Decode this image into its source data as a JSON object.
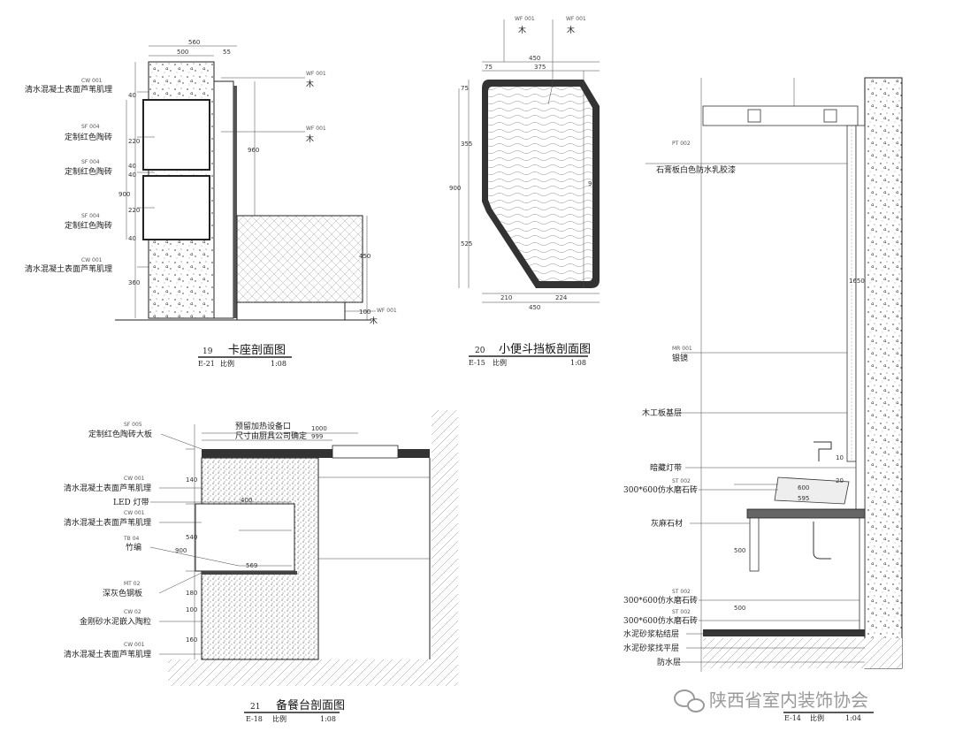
{
  "sections": [
    {
      "id": "19",
      "title": "卡座剖面图",
      "ref": "E-21",
      "scale_label": "比例",
      "scale": "1:08",
      "labels": [
        {
          "code": "CW 001",
          "text": "清水混凝土表面芦苇肌理"
        },
        {
          "code": "SF 004",
          "text": "定制红色陶砖"
        },
        {
          "code": "SF 004",
          "text": "定制红色陶砖"
        },
        {
          "code": "SF 004",
          "text": "定制红色陶砖"
        },
        {
          "code": "CW 001",
          "text": "清水混凝土表面芦苇肌理"
        }
      ],
      "right_labels": [
        {
          "code": "WF 001",
          "text": "木"
        },
        {
          "code": "WF 001",
          "text": "木"
        },
        {
          "code": "WF 001",
          "text": "木"
        }
      ],
      "dims": [
        "560",
        "500",
        "55",
        "40",
        "220",
        "40",
        "40",
        "220",
        "40",
        "360",
        "900",
        "960",
        "450",
        "100"
      ]
    },
    {
      "id": "20",
      "title": "小便斗挡板剖面图",
      "ref": "E-15",
      "scale_label": "比例",
      "scale": "1:08",
      "top_labels": [
        {
          "code": "WF 001",
          "text": "木"
        },
        {
          "code": "WF 001",
          "text": "木"
        }
      ],
      "dims": [
        "450",
        "75",
        "375",
        "75",
        "355",
        "525",
        "900",
        "900",
        "210",
        "224",
        "450"
      ]
    },
    {
      "id": "21",
      "title": "备餐台剖面图",
      "ref": "E-18",
      "scale_label": "比例",
      "scale": "1:08",
      "top_notes": [
        "预留加热设备口",
        "尺寸由厨具公司确定"
      ],
      "labels": [
        {
          "code": "SF 005",
          "text": "定制红色陶砖大板"
        },
        {
          "code": "CW 001",
          "text": "清水混凝土表面芦苇肌理"
        },
        {
          "code": "",
          "text": "LED 灯带"
        },
        {
          "code": "CW 001",
          "text": "清水混凝土表面芦苇肌理"
        },
        {
          "code": "TB 04",
          "text": "竹编"
        },
        {
          "code": "MT 02",
          "text": "深灰色钢板"
        },
        {
          "code": "CW 02",
          "text": "金刚砂水泥嵌入陶粒"
        },
        {
          "code": "CW 001",
          "text": "清水混凝土表面芦苇肌理"
        }
      ],
      "dims": [
        "1000",
        "999",
        "400",
        "569",
        "900",
        "140",
        "540",
        "180",
        "100",
        "160"
      ]
    },
    {
      "id": "",
      "title": "",
      "ref": "E-14",
      "scale_label": "比例",
      "scale": "1:04",
      "labels": [
        {
          "code": "PT 002",
          "text": "石膏板白色防水乳胶漆"
        },
        {
          "code": "MR 001",
          "text": "银镜"
        },
        {
          "code": "",
          "text": "木工板基层"
        },
        {
          "code": "",
          "text": "暗藏灯带"
        },
        {
          "code": "ST 002",
          "text": "300*600仿水磨石砖"
        },
        {
          "code": "",
          "text": "灰麻石材"
        },
        {
          "code": "ST 002",
          "text": "300*600仿水磨石砖"
        },
        {
          "code": "ST 002",
          "text": "300*600仿水磨石砖"
        },
        {
          "code": "",
          "text": "水泥砂浆粘结层"
        },
        {
          "code": "",
          "text": "水泥砂浆找平层"
        },
        {
          "code": "",
          "text": "防水层"
        }
      ],
      "dims": [
        "1650",
        "600",
        "595",
        "500",
        "500",
        "20",
        "10"
      ]
    }
  ],
  "watermark": "陕西省室内装饰协会",
  "watermark_icon": "wechat-icon"
}
